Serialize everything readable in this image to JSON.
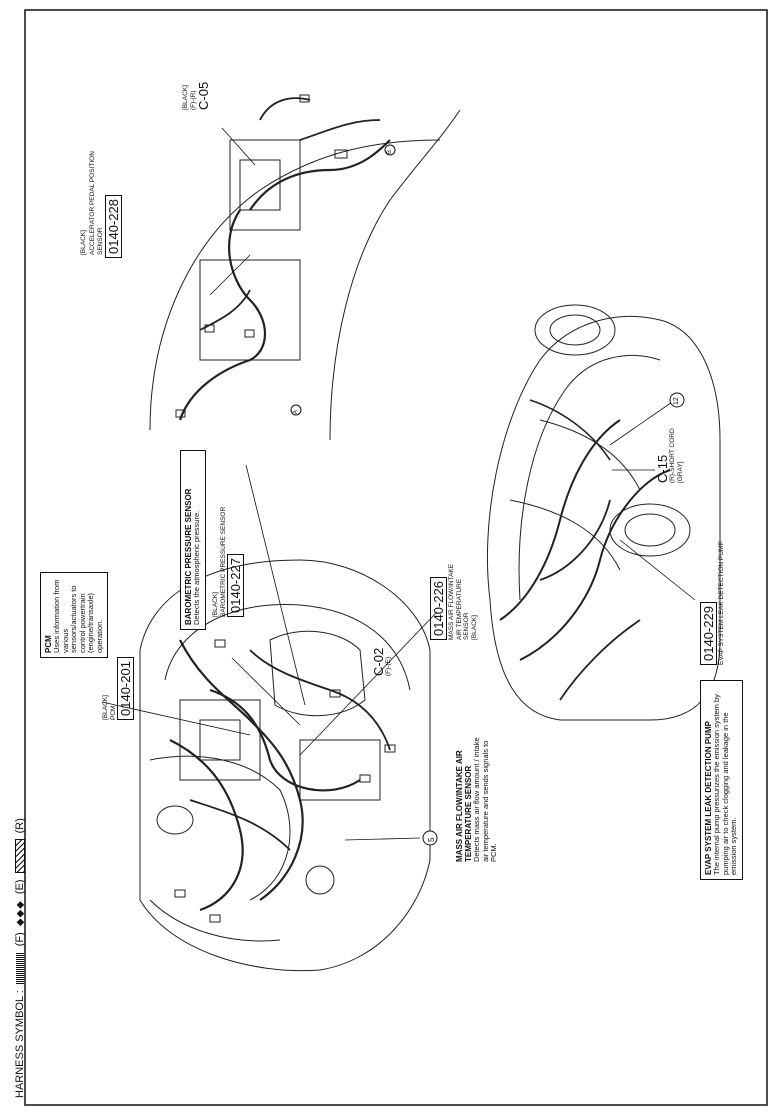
{
  "harness": {
    "label": "HARNESS SYMBOL :",
    "f": "(F)",
    "e_symbol": "◆◆◆",
    "e": "(E)",
    "r": "(R)"
  },
  "components": {
    "pcm": {
      "color": "[BLACK]",
      "name": "PCM",
      "code": "0140-201",
      "title": "PCM",
      "description": "Uses information from various sensors/actuators to control powertrain (engine/transaxle) operation."
    },
    "maf": {
      "code": "0140-226",
      "name": "MASS AIR FLOW/INTAKE AIR TEMPERATURE SENSOR",
      "color": "[BLACK]",
      "title": "MASS AIR FLOW/INTAKE AIR TEMPERATURE SENSOR",
      "description": "Detects mass air flow amount / intake air temperature and sends signals to PCM."
    },
    "baro": {
      "color": "[BLACK]",
      "name": "BAROMETRIC PRESSURE SENSOR",
      "code": "0140-227",
      "title": "BAROMETRIC PRESSURE SENSOR",
      "description": "Detects the atmospheric pressure."
    },
    "app": {
      "color": "[BLACK]",
      "name": "ACCELERATOR PEDAL POSITION SENSOR",
      "code": "0140-228"
    },
    "evap": {
      "code": "0140-229",
      "name": "EVAP SYSTEM LEAK DETECTION PUMP",
      "title": "EVAP SYSTEM LEAK DETECTION PUMP",
      "description": "The internal pump pressurizes the emission system by pumping air to check clogging and leakage in the emission system."
    }
  },
  "connectors": {
    "c02": {
      "id": "C-02",
      "sub": "(F)-(E)"
    },
    "c05": {
      "id": "C-05",
      "sub": "(F)-(R)",
      "color": "[BLACK]"
    },
    "c15": {
      "id": "C-15",
      "sub": "(R)-SHORT CORD",
      "color": "[GRAY]"
    }
  },
  "markers": {
    "m5": "5",
    "m12": "12",
    "mA": "A",
    "mB": "B"
  }
}
